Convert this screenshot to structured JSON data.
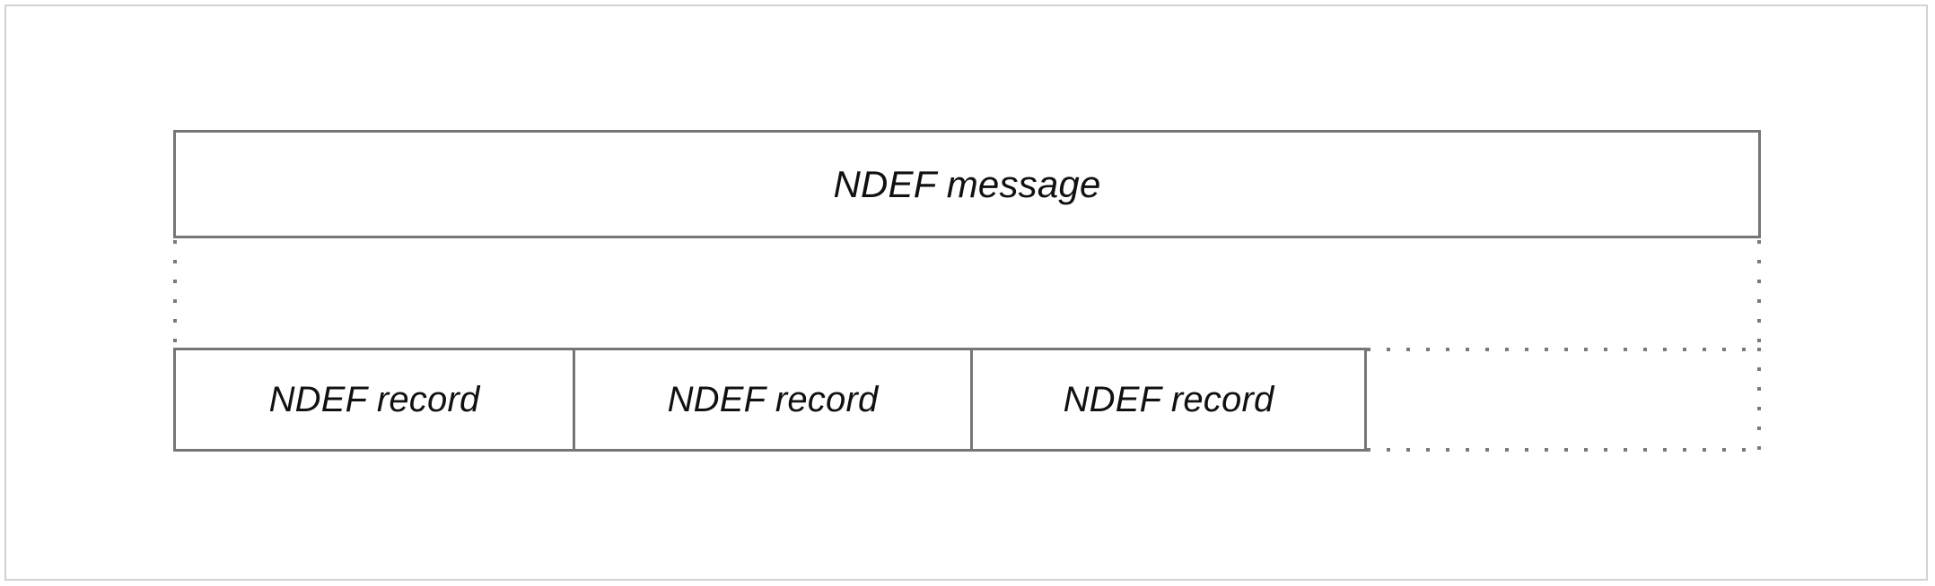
{
  "figure": {
    "kind": "block-structure-diagram",
    "subject": "NDEF message",
    "frame_color": "#d2d2d2",
    "box_border_color": "#767676",
    "dotted_color": "#7a7a7a",
    "text_color": "#111111",
    "background": "#ffffff"
  },
  "message": {
    "label": "NDEF message"
  },
  "records": {
    "items": [
      {
        "label": "NDEF record"
      },
      {
        "label": "NDEF record"
      },
      {
        "label": "NDEF record"
      }
    ],
    "continuation": {
      "label": "",
      "style": "dotted"
    }
  },
  "connectors": {
    "left": {
      "style": "dotted"
    },
    "right": {
      "style": "dotted"
    }
  }
}
